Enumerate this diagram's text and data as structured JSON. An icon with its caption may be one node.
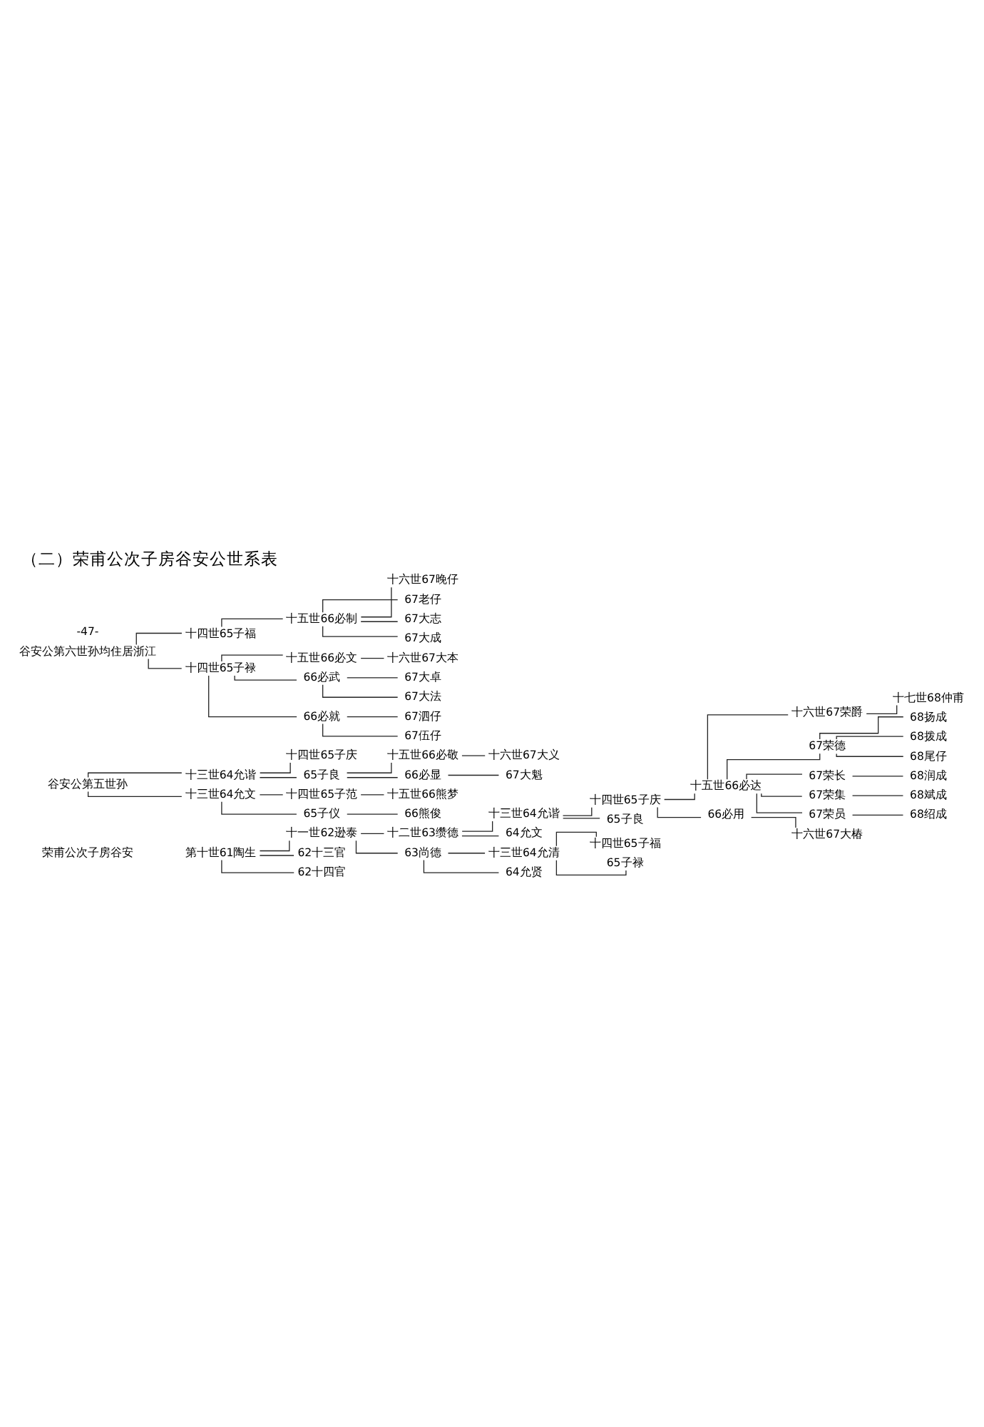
{
  "diagram": {
    "title": "（二）荣甫公次子房谷安公世系表",
    "nodes": [
      {
        "text": [
          "第十世61陶生"
        ]
      },
      {
        "text": [
          "十一世62逊泰"
        ]
      },
      {
        "text": [
          "62十三官"
        ]
      },
      {
        "text": [
          "62十四官"
        ]
      },
      {
        "text": [
          "十二世63缵德"
        ]
      },
      {
        "text": [
          "63尚德"
        ]
      },
      {
        "text": [
          "十三世64允谐"
        ]
      },
      {
        "text": [
          "64允文"
        ]
      },
      {
        "text": [
          "十三世64允清"
        ]
      },
      {
        "text": [
          "64允贤"
        ]
      },
      {
        "text": [
          "十四世65子福"
        ]
      },
      {
        "text": [
          "65子禄"
        ]
      },
      {
        "text": [
          "十四世65子庆"
        ]
      },
      {
        "text": [
          "65子良"
        ]
      },
      {
        "text": [
          "十五世66必达"
        ]
      },
      {
        "text": [
          "66必用"
        ]
      },
      {
        "text": [
          "十六世67荣爵"
        ]
      },
      {
        "text": [
          "十七世68仲甫"
        ]
      },
      {
        "text": [
          "67荣德"
        ]
      },
      {
        "text": [
          "68扬成"
        ]
      },
      {
        "text": [
          "68拨成"
        ]
      },
      {
        "text": [
          "68尾仔"
        ]
      },
      {
        "text": [
          "67荣长"
        ]
      },
      {
        "text": [
          "68润成"
        ]
      },
      {
        "text": [
          "67荣集"
        ]
      },
      {
        "text": [
          "68斌成"
        ]
      },
      {
        "text": [
          "67荣员"
        ]
      },
      {
        "text": [
          "68绍成"
        ]
      },
      {
        "text": [
          "十六世67大椿"
        ]
      },
      {
        "text": [
          "谷安公第五世孙"
        ]
      },
      {
        "text": [
          "十三世64允谐"
        ]
      },
      {
        "text": [
          "十三世64允文"
        ]
      },
      {
        "text": [
          "十四世65子庆"
        ]
      },
      {
        "text": [
          "65子良"
        ]
      },
      {
        "text": [
          "十五世66必敬"
        ]
      },
      {
        "text": [
          "66必显"
        ]
      },
      {
        "text": [
          "十四世65子范"
        ]
      },
      {
        "text": [
          "65子仪"
        ]
      },
      {
        "text": [
          "十五世66熊梦"
        ]
      },
      {
        "text": [
          "66熊俊"
        ]
      },
      {
        "text": [
          "67大魁"
        ]
      },
      {
        "text": [
          "十六世67大义"
        ]
      },
      {
        "text": [
          "谷安公第六世孙均住居浙江"
        ]
      },
      {
        "text": [
          "十四世65子福"
        ]
      },
      {
        "text": [
          "十四世65子禄"
        ]
      },
      {
        "text": [
          "十五世66必制"
        ]
      },
      {
        "text": [
          "十六世67晚仔"
        ]
      },
      {
        "text": [
          "67老仔"
        ]
      },
      {
        "text": [
          "67大志"
        ]
      },
      {
        "text": [
          "67大成"
        ]
      },
      {
        "text": [
          "十五世66必文"
        ]
      },
      {
        "text": [
          "66必武"
        ]
      },
      {
        "text": [
          "66必就"
        ]
      },
      {
        "text": [
          "十六世67大本"
        ]
      },
      {
        "text": [
          "67大卓"
        ]
      },
      {
        "text": [
          "67大法"
        ]
      },
      {
        "text": [
          "67泗仔"
        ]
      },
      {
        "text": [
          "67伍仔"
        ]
      }
    ],
    "edges": [
      {
        "from": 0,
        "to": 1,
        "arrow": "none"
      },
      {
        "from": 0,
        "to": 2,
        "arrow": "none"
      },
      {
        "from": 0,
        "to": 3,
        "arrow": "none"
      },
      {
        "from": 1,
        "to": 4,
        "arrow": "none"
      },
      {
        "from": 1,
        "to": 5,
        "arrow": "none"
      },
      {
        "from": 4,
        "to": 6,
        "arrow": "none"
      },
      {
        "from": 4,
        "to": 7,
        "arrow": "none"
      },
      {
        "from": 5,
        "to": 8,
        "arrow": "none"
      },
      {
        "from": 5,
        "to": 9,
        "arrow": "none"
      },
      {
        "from": 8,
        "to": 10,
        "arrow": "none"
      },
      {
        "from": 8,
        "to": 11,
        "arrow": "none"
      },
      {
        "from": 6,
        "to": 12,
        "arrow": "none"
      },
      {
        "from": 6,
        "to": 13,
        "arrow": "none"
      },
      {
        "from": 12,
        "to": 14,
        "arrow": "none"
      },
      {
        "from": 12,
        "to": 15,
        "arrow": "none"
      },
      {
        "from": 14,
        "to": 16,
        "arrow": "none"
      },
      {
        "from": 16,
        "to": 17,
        "arrow": "none"
      },
      {
        "from": 14,
        "to": 18,
        "arrow": "none"
      },
      {
        "from": 18,
        "to": 19,
        "arrow": "none"
      },
      {
        "from": 18,
        "to": 20,
        "arrow": "none"
      },
      {
        "from": 18,
        "to": 21,
        "arrow": "none"
      },
      {
        "from": 14,
        "to": 22,
        "arrow": "none"
      },
      {
        "from": 22,
        "to": 23,
        "arrow": "none"
      },
      {
        "from": 14,
        "to": 24,
        "arrow": "none"
      },
      {
        "from": 24,
        "to": 25,
        "arrow": "none"
      },
      {
        "from": 14,
        "to": 26,
        "arrow": "none"
      },
      {
        "from": 26,
        "to": 27,
        "arrow": "none"
      },
      {
        "from": 15,
        "to": 28,
        "arrow": "none"
      },
      {
        "from": 29,
        "to": 30,
        "arrow": "none"
      },
      {
        "from": 29,
        "to": 31,
        "arrow": "none"
      },
      {
        "from": 30,
        "to": 32,
        "arrow": "none"
      },
      {
        "from": 30,
        "to": 33,
        "arrow": "none"
      },
      {
        "from": 33,
        "to": 34,
        "arrow": "none"
      },
      {
        "from": 33,
        "to": 35,
        "arrow": "none"
      },
      {
        "from": 31,
        "to": 36,
        "arrow": "none"
      },
      {
        "from": 31,
        "to": 37,
        "arrow": "none"
      },
      {
        "from": 36,
        "to": 38,
        "arrow": "none"
      },
      {
        "from": 37,
        "to": 39,
        "arrow": "none"
      },
      {
        "from": 35,
        "to": 40,
        "arrow": "none"
      },
      {
        "from": 34,
        "to": 41,
        "arrow": "none"
      },
      {
        "from": 42,
        "to": 43,
        "arrow": "none"
      },
      {
        "from": 42,
        "to": 44,
        "arrow": "none"
      },
      {
        "from": 43,
        "to": 45,
        "arrow": "none"
      },
      {
        "from": 45,
        "to": 46,
        "arrow": "none"
      },
      {
        "from": 45,
        "to": 47,
        "arrow": "none"
      },
      {
        "from": 45,
        "to": 48,
        "arrow": "none"
      },
      {
        "from": 45,
        "to": 49,
        "arrow": "none"
      },
      {
        "from": 44,
        "to": 50,
        "arrow": "none"
      },
      {
        "from": 44,
        "to": 51,
        "arrow": "none"
      },
      {
        "from": 44,
        "to": 52,
        "arrow": "none"
      },
      {
        "from": 50,
        "to": 53,
        "arrow": "none"
      },
      {
        "from": 51,
        "to": 54,
        "arrow": "none"
      },
      {
        "from": 51,
        "to": 55,
        "arrow": "none"
      },
      {
        "from": 52,
        "to": 56,
        "arrow": "none"
      },
      {
        "from": 52,
        "to": 57,
        "arrow": "none"
      }
    ],
    "labels": [
      "荣甫公次子房谷安",
      "-47-"
    ]
  }
}
